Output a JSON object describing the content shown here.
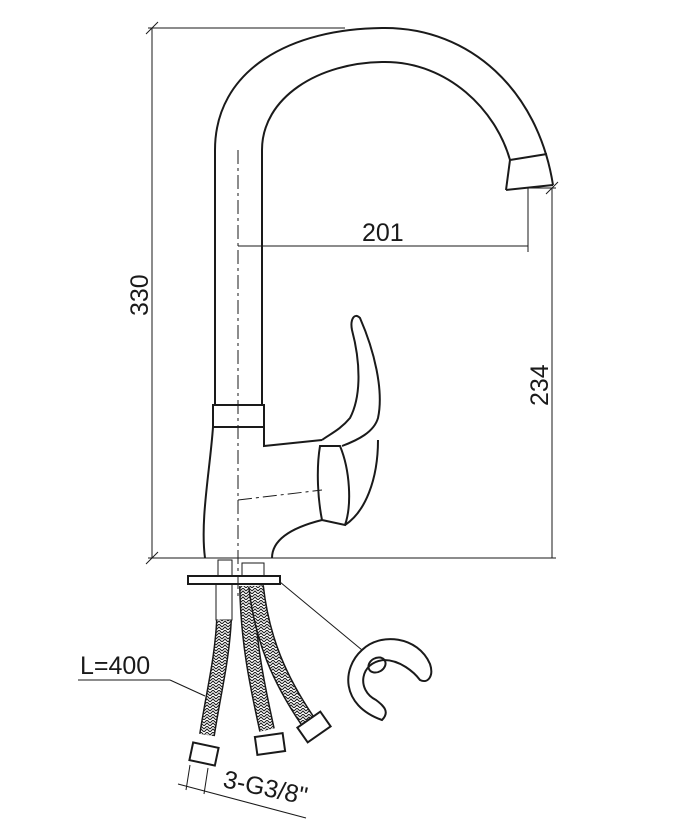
{
  "title": "Kitchen faucet dimension drawing",
  "dimensions": {
    "total_height": "330",
    "spout_reach": "201",
    "spout_height": "234",
    "hose_length": "L=400",
    "connection": "3-G3/8\""
  },
  "colors": {
    "line": "#1a1a1a",
    "background": "#ffffff"
  }
}
